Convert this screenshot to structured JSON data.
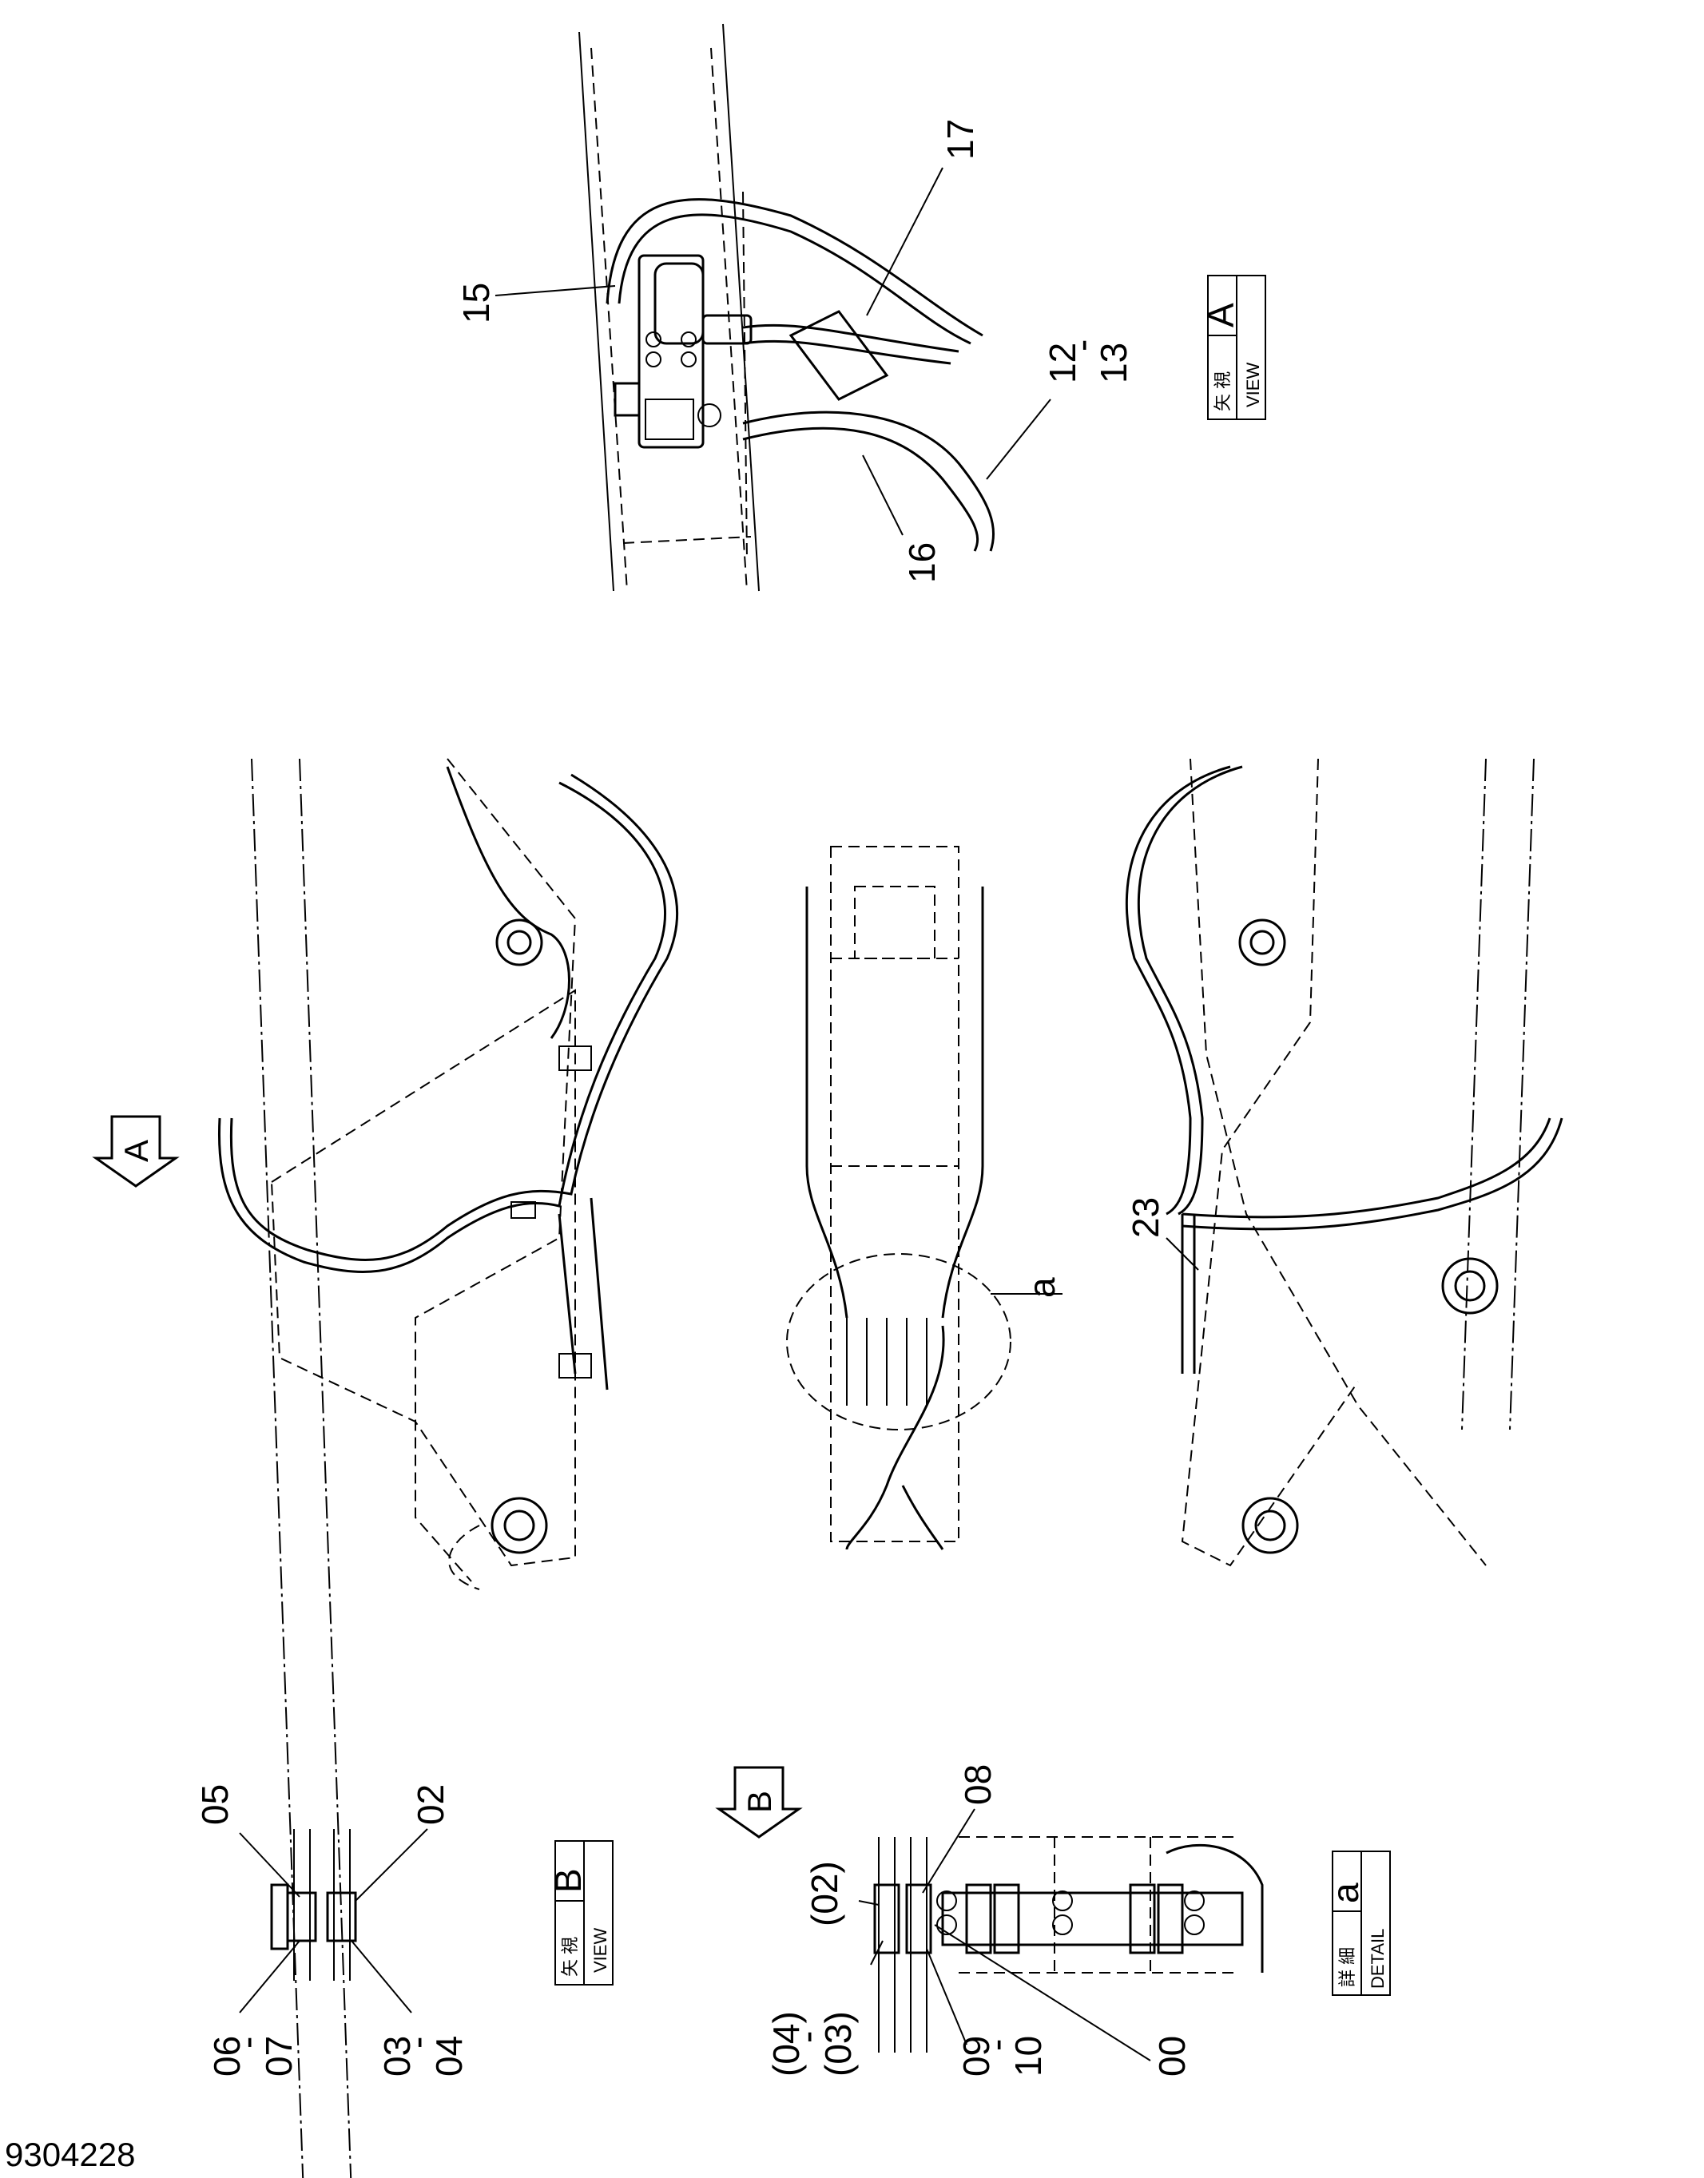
{
  "drawing_number": "9304228",
  "view_a": {
    "caption_jp": "矢 視",
    "caption_en": "VIEW",
    "letter": "A",
    "callouts": {
      "p17": "17",
      "p15": "15",
      "p12": "12",
      "p12_dash": "-",
      "p13": "13",
      "p16": "16"
    }
  },
  "view_b": {
    "caption_jp": "矢 視",
    "caption_en": "VIEW",
    "letter": "B",
    "callouts": {
      "p05": "05",
      "p02": "02",
      "p06": "06",
      "p06_dash": "-",
      "p07": "07",
      "p03": "03",
      "p03_dash": "-",
      "p04": "04"
    }
  },
  "detail_a": {
    "caption_jp": "詳 細",
    "caption_en": "DETAIL",
    "letter": "a",
    "callouts": {
      "p08": "08",
      "p02": "(02)",
      "p04": "(04)",
      "p04_dash": "-",
      "p03": "(03)",
      "p09": "09",
      "p09_dash": "-",
      "p10": "10",
      "p00": "00"
    }
  },
  "main_view": {
    "arrow_a": "A",
    "arrow_b": "B",
    "detail_label": "a",
    "callout_23": "23"
  },
  "colors": {
    "line": "#000000",
    "background": "#ffffff"
  }
}
